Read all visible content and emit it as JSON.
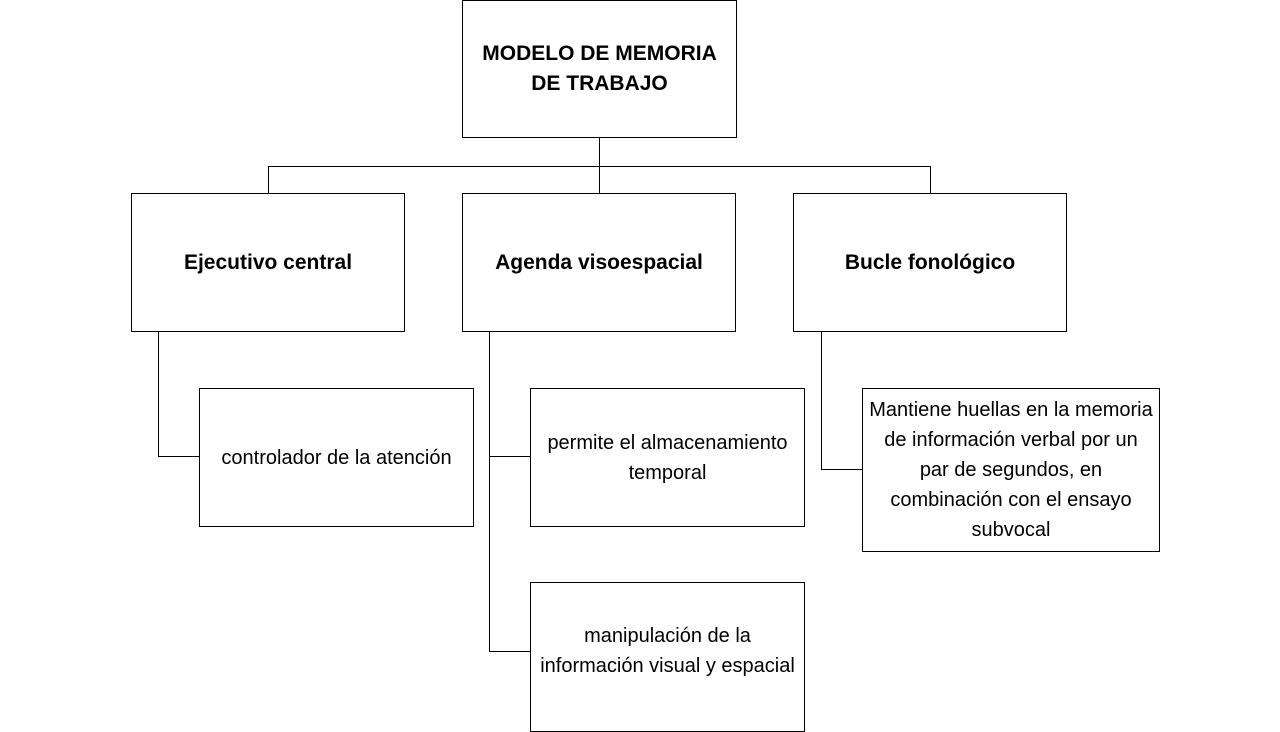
{
  "root": {
    "label": "MODELO DE MEMORIA DE TRABAJO"
  },
  "components": [
    {
      "title": "Ejecutivo central",
      "details": [
        "controlador de la atención"
      ]
    },
    {
      "title": "Agenda visoespacial",
      "details": [
        "permite el almacenamiento temporal",
        "manipulación de la información visual y espacial"
      ]
    },
    {
      "title": "Bucle fonológico",
      "details": [
        "Mantiene huellas en la memoria de información verbal por un par de segundos, en combinación con el ensayo subvocal"
      ]
    }
  ],
  "colors": {
    "line": "#000000",
    "box_border": "#000000",
    "background": "#ffffff",
    "text": "#000000"
  }
}
